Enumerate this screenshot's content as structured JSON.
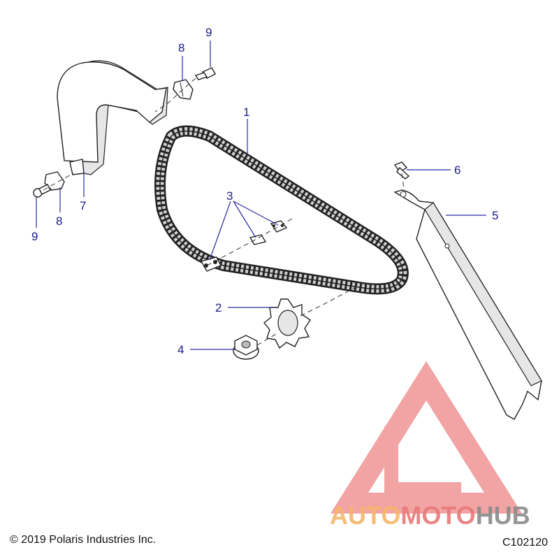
{
  "callouts": {
    "c1": "1",
    "c2": "2",
    "c3": "3",
    "c4": "4",
    "c5": "5",
    "c6": "6",
    "c7": "7",
    "c8_top": "8",
    "c8_bottom": "8",
    "c9_top": "9",
    "c9_bottom": "9"
  },
  "watermark": {
    "word_auto": "AUTO",
    "word_moto": "MOTO",
    "word_hub": "HUB",
    "colors": {
      "logo": "#e85a5a",
      "auto": "#f5b66a",
      "moto": "#e87a7a",
      "hub": "#8a8a8a"
    }
  },
  "footer": {
    "copyright": "© 2019 Polaris Industries Inc.",
    "figure_code": "C102120"
  },
  "colors": {
    "callout": "#1a1a8c",
    "line": "#222222"
  }
}
